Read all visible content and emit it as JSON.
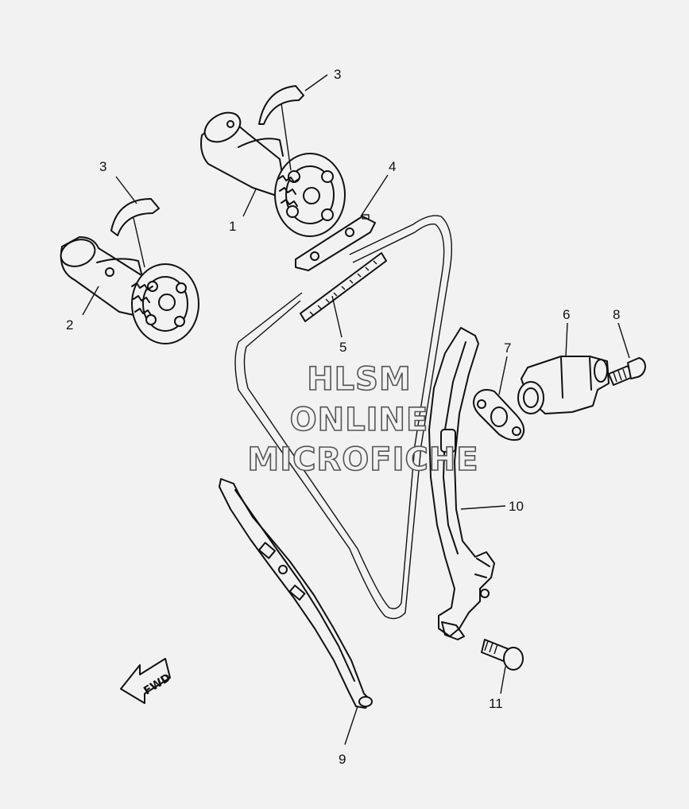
{
  "callouts": {
    "c1": "1",
    "c2": "2",
    "c3a": "3",
    "c3b": "3",
    "c4": "4",
    "c5": "5",
    "c6": "6",
    "c7": "7",
    "c8": "8",
    "c9": "9",
    "c10": "10",
    "c11": "11"
  },
  "watermark": {
    "line1": "HLSM",
    "line2": "ONLINE",
    "line3": "MICROFICHE"
  },
  "direction_badge": "FWD"
}
